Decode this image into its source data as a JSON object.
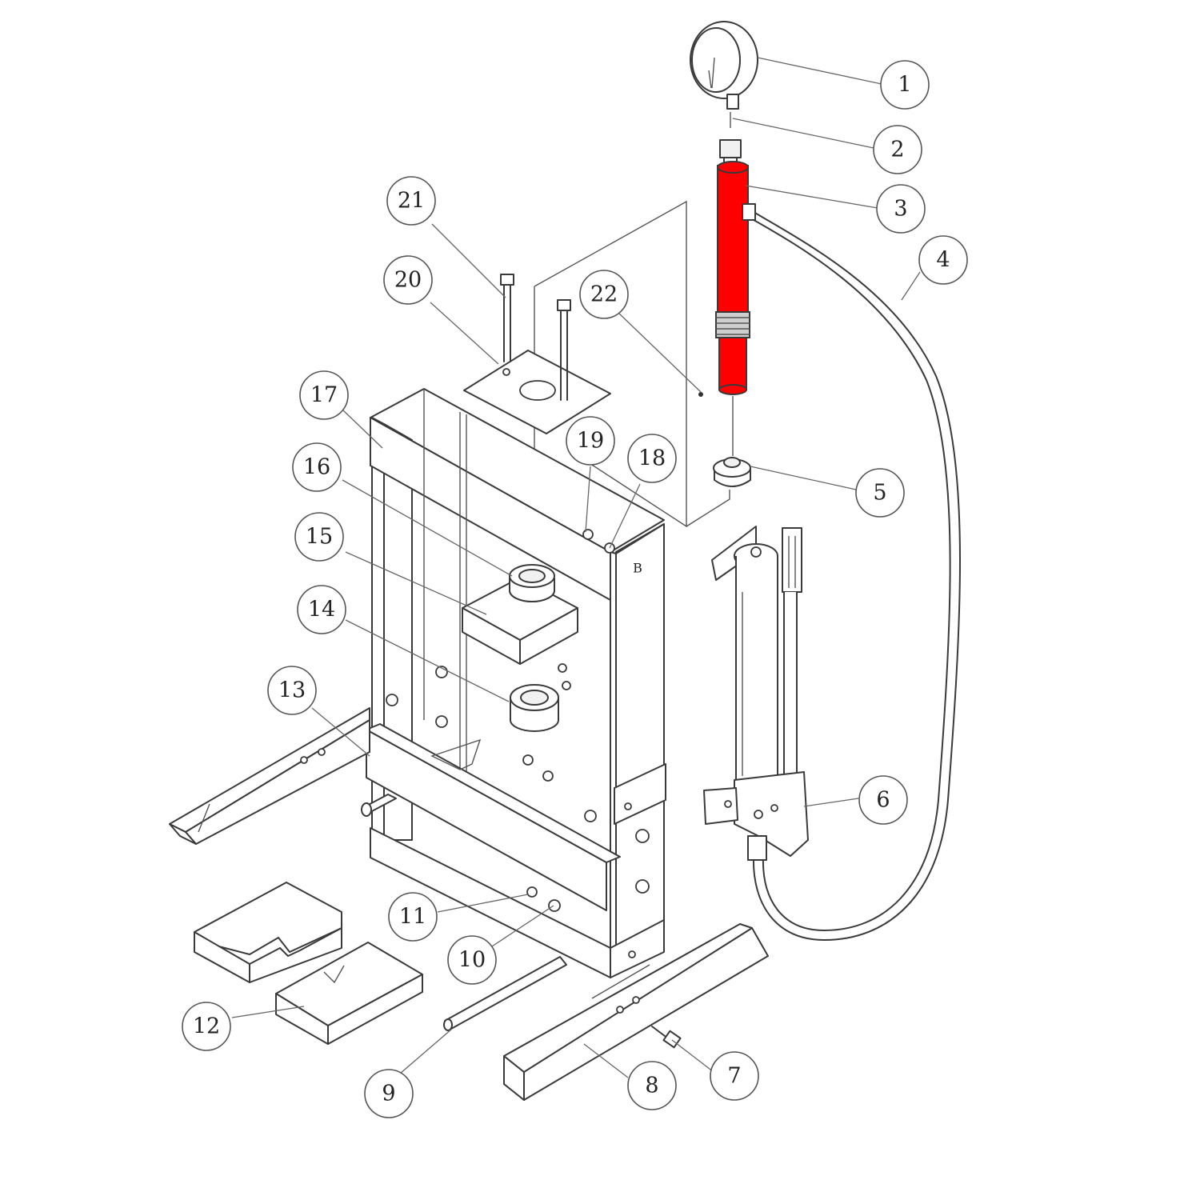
{
  "diagram": {
    "highlight_color": "#ff0000",
    "line_color": "#3a3a3a",
    "callouts": [
      {
        "id": "1",
        "label": "1"
      },
      {
        "id": "2",
        "label": "2"
      },
      {
        "id": "3",
        "label": "3"
      },
      {
        "id": "4",
        "label": "4"
      },
      {
        "id": "5",
        "label": "5"
      },
      {
        "id": "6",
        "label": "6"
      },
      {
        "id": "7",
        "label": "7"
      },
      {
        "id": "8",
        "label": "8"
      },
      {
        "id": "9",
        "label": "9"
      },
      {
        "id": "10",
        "label": "10"
      },
      {
        "id": "11",
        "label": "11"
      },
      {
        "id": "12",
        "label": "12"
      },
      {
        "id": "13",
        "label": "13"
      },
      {
        "id": "14",
        "label": "14"
      },
      {
        "id": "15",
        "label": "15"
      },
      {
        "id": "16",
        "label": "16"
      },
      {
        "id": "17",
        "label": "17"
      },
      {
        "id": "18",
        "label": "18"
      },
      {
        "id": "19",
        "label": "19"
      },
      {
        "id": "20",
        "label": "20"
      },
      {
        "id": "21",
        "label": "21"
      },
      {
        "id": "22",
        "label": "22"
      }
    ]
  }
}
